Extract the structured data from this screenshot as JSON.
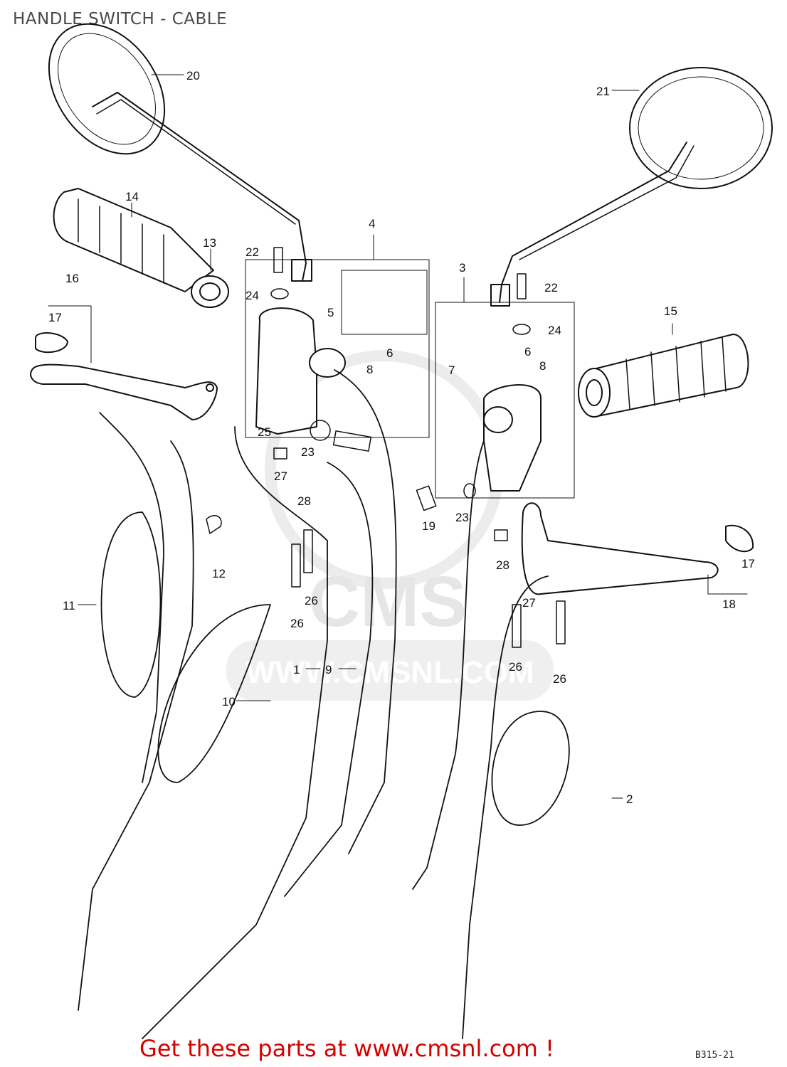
{
  "title": "HANDLE SWITCH - CABLE",
  "footer": {
    "cta": "Get these parts at www.cmsnl.com !",
    "code": "B315-21"
  },
  "watermark": {
    "text1": "CMS",
    "text2": "WWW.CMSNL.COM"
  },
  "callouts": [
    {
      "id": "c20",
      "text": "20"
    },
    {
      "id": "c21",
      "text": "21"
    },
    {
      "id": "c14",
      "text": "14"
    },
    {
      "id": "c13",
      "text": "13"
    },
    {
      "id": "c16",
      "text": "16"
    },
    {
      "id": "c17a",
      "text": "17"
    },
    {
      "id": "c22a",
      "text": "22"
    },
    {
      "id": "c24a",
      "text": "24"
    },
    {
      "id": "c4",
      "text": "4"
    },
    {
      "id": "c5",
      "text": "5"
    },
    {
      "id": "c6a",
      "text": "6"
    },
    {
      "id": "c8a",
      "text": "8"
    },
    {
      "id": "c25",
      "text": "25"
    },
    {
      "id": "c23a",
      "text": "23"
    },
    {
      "id": "c27a",
      "text": "27"
    },
    {
      "id": "c28a",
      "text": "28"
    },
    {
      "id": "c12",
      "text": "12"
    },
    {
      "id": "c26a",
      "text": "26"
    },
    {
      "id": "c26b",
      "text": "26"
    },
    {
      "id": "c11",
      "text": "11"
    },
    {
      "id": "c10",
      "text": "10"
    },
    {
      "id": "c1",
      "text": "1"
    },
    {
      "id": "c9",
      "text": "9"
    },
    {
      "id": "c3",
      "text": "3"
    },
    {
      "id": "c22b",
      "text": "22"
    },
    {
      "id": "c24b",
      "text": "24"
    },
    {
      "id": "c15",
      "text": "15"
    },
    {
      "id": "c6b",
      "text": "6"
    },
    {
      "id": "c7",
      "text": "7"
    },
    {
      "id": "c8b",
      "text": "8"
    },
    {
      "id": "c19",
      "text": "19"
    },
    {
      "id": "c23b",
      "text": "23"
    },
    {
      "id": "c28b",
      "text": "28"
    },
    {
      "id": "c27b",
      "text": "27"
    },
    {
      "id": "c17b",
      "text": "17"
    },
    {
      "id": "c18",
      "text": "18"
    },
    {
      "id": "c26c",
      "text": "26"
    },
    {
      "id": "c26d",
      "text": "26"
    },
    {
      "id": "c2",
      "text": "2"
    }
  ]
}
